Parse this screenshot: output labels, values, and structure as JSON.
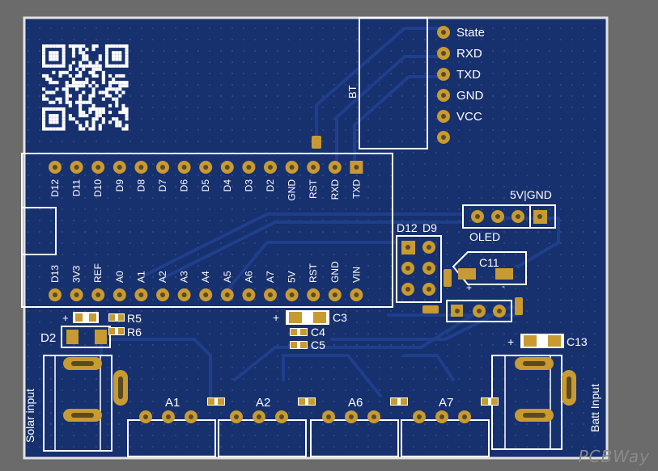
{
  "bt": {
    "title": "BT",
    "pins": [
      "State",
      "RXD",
      "TXD",
      "GND",
      "VCC",
      ""
    ]
  },
  "arduino": {
    "top_pins": [
      "D12",
      "D11",
      "D10",
      "D9",
      "D8",
      "D7",
      "D6",
      "D5",
      "D4",
      "D3",
      "D2",
      "GND",
      "RST",
      "RXD",
      "TXD"
    ],
    "bottom_pins": [
      "D13",
      "3V3",
      "REF",
      "A0",
      "A1",
      "A2",
      "A3",
      "A4",
      "A5",
      "A6",
      "A7",
      "5V",
      "RST",
      "GND",
      "VIN"
    ]
  },
  "oled": {
    "label": "OLED",
    "power_label": "5V|GND"
  },
  "header_d": {
    "label_left": "D12",
    "label_right": "D9"
  },
  "refs": {
    "r5": "R5",
    "r6": "R6",
    "d2": "D2",
    "c3": "C3",
    "c4": "C4",
    "c5": "C5",
    "c11": "C11",
    "c13": "C13",
    "a1": "A1",
    "a2": "A2",
    "a6": "A6",
    "a7": "A7",
    "plus": "+",
    "minus": "-"
  },
  "connectors": {
    "solar": "Solar input",
    "batt": "Batt Input"
  },
  "watermark": "PCBWay",
  "colors": {
    "board": "#17306e",
    "board_edge": "#e2e2e2",
    "copper": "#c79a32",
    "silkscreen": "#ffffff",
    "trace": "#1e3d88"
  }
}
